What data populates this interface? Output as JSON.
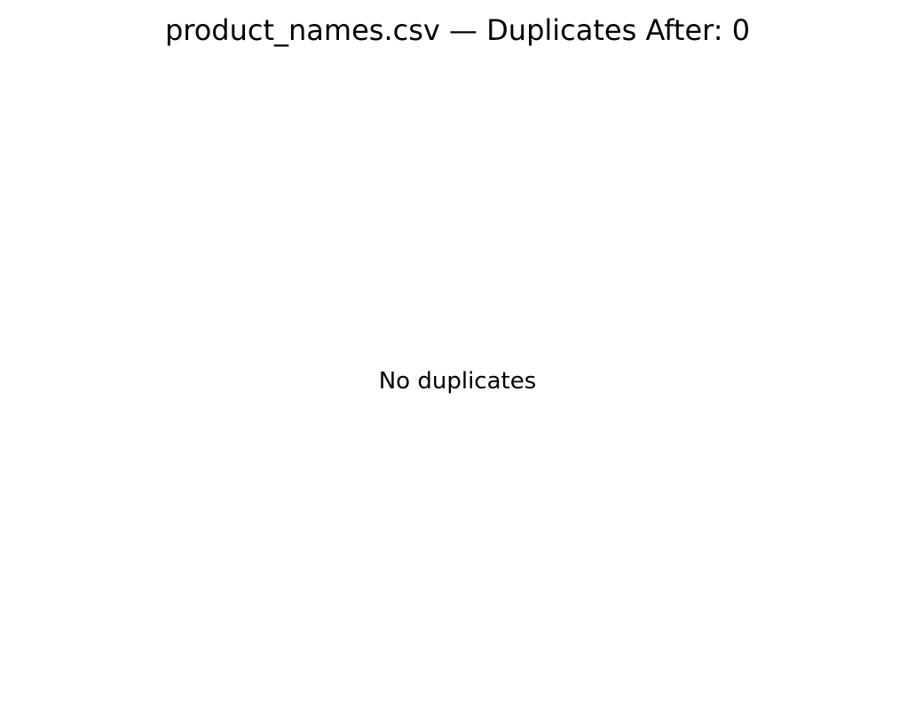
{
  "chart_data": {
    "type": "bar",
    "title": "product_names.csv — Duplicates After: 0",
    "categories": [],
    "values": [],
    "annotations": [
      "No duplicates"
    ],
    "grid": false,
    "axes_visible": false
  }
}
